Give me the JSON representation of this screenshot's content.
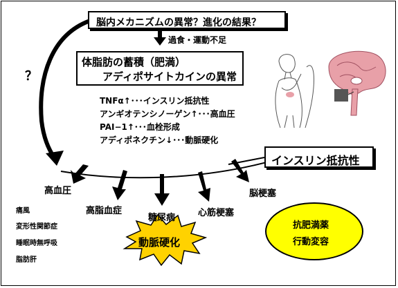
{
  "top_box": "脳内メカニズムの異常？進化の結果？",
  "cause": "過食・運動不足",
  "question_mark": "？",
  "obesity": {
    "line1": "体脂肪の蓄積（肥満）",
    "line2": "アディポサイトカインの異常"
  },
  "cytokines": [
    "TNFα↑･･･インスリン抵抗性",
    "アンギオテンシノーゲン↑･･･高血圧",
    "PAI−1↑･･･血栓形成",
    "アディポネクチン↓･･･動脈硬化"
  ],
  "insulin_resistance": "インスリン抵抗性",
  "diseases": {
    "hypertension": "高血圧",
    "hyperlipidemia": "高脂血症",
    "diabetes": "糖尿病",
    "mi": "心筋梗塞",
    "stroke": "脳梗塞"
  },
  "other_diseases": [
    "痛風",
    "変形性関節症",
    "睡眠時無呼吸",
    "脂肪肝"
  ],
  "arteriosclerosis": "動脈硬化",
  "treatment": [
    "抗肥満薬",
    "行動変容"
  ],
  "colors": {
    "burst_fill": "#ffd200",
    "ellipse_fill": "#ffff00",
    "brain": "#e8a0a8"
  }
}
